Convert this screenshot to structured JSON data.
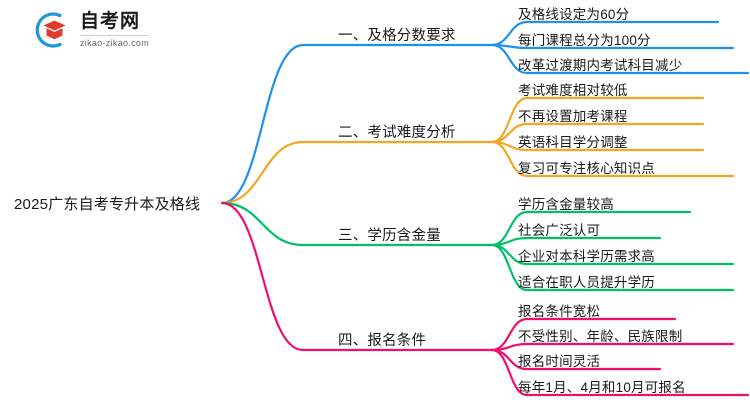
{
  "logo": {
    "title": "自考网",
    "subtitle": "zikao-zikao.com",
    "mark_icon": "graduation-cap-in-circle-icon",
    "arc_color": "#2196d9",
    "cap_color": "#e23b2e"
  },
  "mindmap": {
    "root": {
      "label": "2025广东自考专升本及格线"
    },
    "branches": [
      {
        "label": "一、及格分数要求",
        "color": "#1e90f0",
        "leaves": [
          {
            "label": "及格线设定为60分"
          },
          {
            "label": "每门课程总分为100分"
          },
          {
            "label": "改革过渡期内考试科目减少"
          }
        ]
      },
      {
        "label": "二、考试难度分析",
        "color": "#f5a623",
        "leaves": [
          {
            "label": "考试难度相对较低"
          },
          {
            "label": "不再设置加考课程"
          },
          {
            "label": "英语科目学分调整"
          },
          {
            "label": "复习可专注核心知识点"
          }
        ]
      },
      {
        "label": "三、学历含金量",
        "color": "#00c16a",
        "leaves": [
          {
            "label": "学历含金量较高"
          },
          {
            "label": "社会广泛认可"
          },
          {
            "label": "企业对本科学历需求高"
          },
          {
            "label": "适合在职人员提升学历"
          }
        ]
      },
      {
        "label": "四、报名条件",
        "color": "#ef0f6e",
        "leaves": [
          {
            "label": "报名条件宽松"
          },
          {
            "label": "不受性别、年龄、民族限制"
          },
          {
            "label": "报名时间灵活"
          },
          {
            "label": "每年1月、4月和10月可报名"
          }
        ]
      }
    ]
  }
}
